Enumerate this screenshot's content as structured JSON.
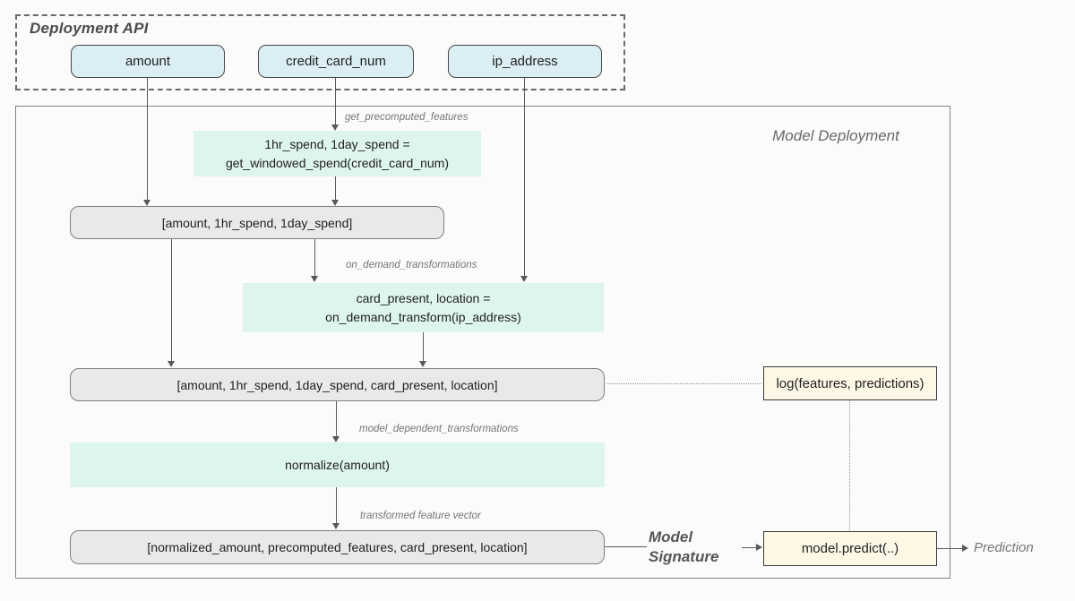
{
  "deployment_api": {
    "title": "Deployment API",
    "inputs": [
      {
        "label": "amount"
      },
      {
        "label": "credit_card_num"
      },
      {
        "label": "ip_address"
      }
    ]
  },
  "pipeline": {
    "get_precomputed_features_label": "get_precomputed_features",
    "windowed_spend_line1": "1hr_spend, 1day_spend =",
    "windowed_spend_line2": "get_windowed_spend(credit_card_num)",
    "feature_vector_1": "[amount, 1hr_spend, 1day_spend]",
    "on_demand_label": "on_demand_transformations",
    "on_demand_line1": "card_present, location =",
    "on_demand_line2": "on_demand_transform(ip_address)",
    "feature_vector_2": "[amount, 1hr_spend, 1day_spend, card_present, location]",
    "model_dependent_label": "model_dependent_transformations",
    "normalize_text": "normalize(amount)",
    "transformed_label": "transformed feature vector",
    "feature_vector_3": "[normalized_amount, precomputed_features, card_present, location]"
  },
  "model": {
    "section_title": "Model Deployment",
    "log_box": "log(features, predictions)",
    "predict_box": "model.predict(..)",
    "signature_label": "Model Signature",
    "prediction_label": "Prediction"
  },
  "colors": {
    "input_fill": "#daeef4",
    "transform_fill": "#def5ed",
    "vector_fill": "#e9e9e9",
    "model_box_fill": "#fdf8e6",
    "line": "#595959",
    "muted_label": "#757575",
    "dark_border": "#3a3a3a",
    "page_bg": "#fbfbf9"
  }
}
